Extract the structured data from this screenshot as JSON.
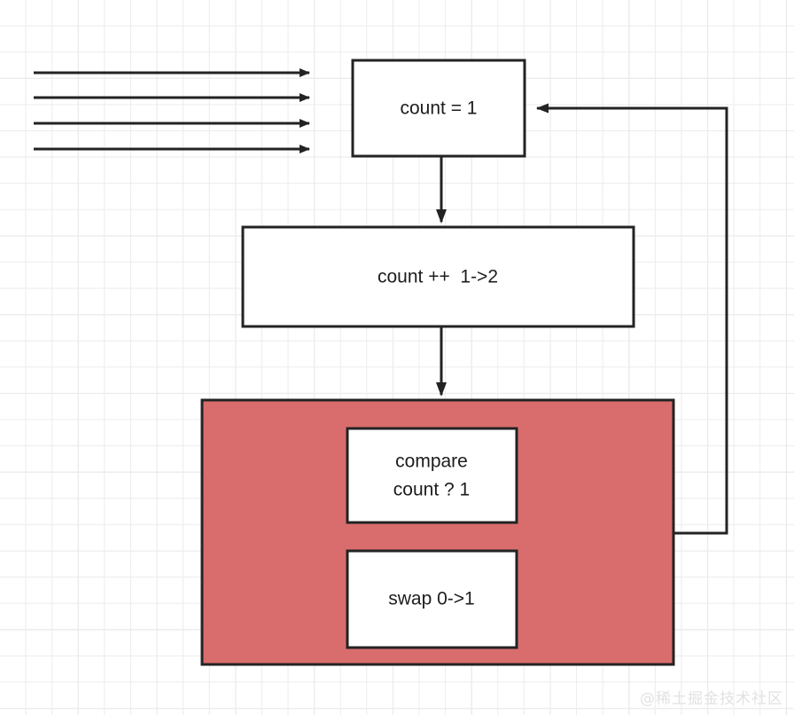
{
  "diagram": {
    "title": "count / compare / swap loop flow",
    "colors": {
      "stroke": "#232323",
      "node_fill": "#ffffff",
      "group_fill": "#d96d6d",
      "grid_minor": "#ececec",
      "grid_major": "#dcdcdc",
      "text": "#1d1d1d",
      "watermark": "#e2e2e2"
    },
    "nodes": {
      "init": {
        "label": "count = 1"
      },
      "increment": {
        "label": "count ++  1->2"
      },
      "compare": {
        "line1": "compare",
        "line2": "count ? 1"
      },
      "swap": {
        "label": "swap 0->1"
      },
      "group": {
        "label": ""
      }
    },
    "edges": {
      "input_1": {
        "label": ""
      },
      "input_2": {
        "label": ""
      },
      "input_3": {
        "label": ""
      },
      "input_4": {
        "label": ""
      },
      "init_to_increment": {
        "label": ""
      },
      "increment_to_group": {
        "label": ""
      },
      "group_back_to_init": {
        "label": ""
      }
    }
  },
  "watermark": {
    "text": "@稀土掘金技术社区"
  }
}
